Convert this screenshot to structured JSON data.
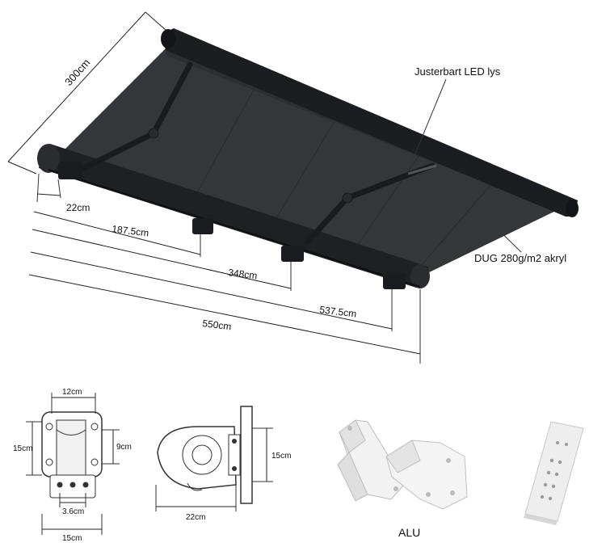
{
  "awning": {
    "depth_label": "300cm",
    "led_label": "Justerbart LED lys",
    "fabric_label": "DUG 280g/m2 akryl",
    "dimensions": [
      "22cm",
      "187.5cm",
      "348cm",
      "537.5cm",
      "550cm"
    ]
  },
  "bracket_front": {
    "width_top": "12cm",
    "height_left": "15cm",
    "height_right": "9cm",
    "bolt_spacing": "3.6cm",
    "width_bottom": "15cm"
  },
  "bracket_side": {
    "height": "15cm",
    "depth": "22cm"
  },
  "accessories": {
    "bracket_material": "ALU"
  },
  "colors": {
    "fabric": "#35363a",
    "frame": "#1c1d20",
    "line": "#222222",
    "bracket": "#f2f2f2"
  }
}
